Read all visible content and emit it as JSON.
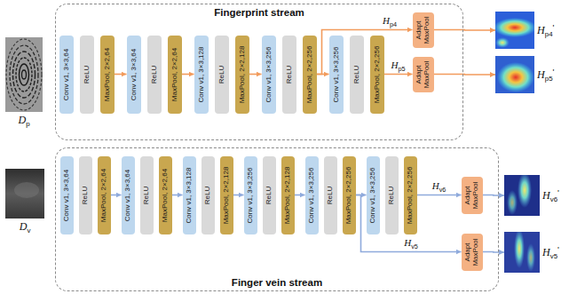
{
  "diagram": {
    "nodes": [
      {
        "text": [
          "Dp"
        ]
      },
      {
        "text": [
          "Fingerprint stream"
        ]
      },
      {
        "text": [
          "Conv v1, 3×3,64"
        ],
        "in": 1
      },
      {
        "text": [
          "ReLU"
        ],
        "in": 1
      },
      {
        "text": [
          "MaxPool, 2×2,64"
        ],
        "in": 1
      },
      {
        "text": [
          "Conv v1, 3×3,64"
        ],
        "in": 1
      },
      {
        "text": [
          "ReLU"
        ],
        "in": 1
      },
      {
        "text": [
          "MaxPool, 2×2,64"
        ],
        "in": 1
      },
      {
        "text": [
          "Conv v1, 3×3,128"
        ],
        "in": 1
      },
      {
        "text": [
          "ReLU"
        ],
        "in": 1
      },
      {
        "text": [
          "MaxPool, 2×2,128"
        ],
        "in": 1
      },
      {
        "text": [
          "Conv v1, 3×3,256"
        ],
        "in": 1
      },
      {
        "text": [
          "ReLU"
        ],
        "in": 1
      },
      {
        "text": [
          "MaxPool, 2×2,256"
        ],
        "in": 1
      },
      {
        "text": [
          "Conv v1, 3×3,256"
        ],
        "in": 1
      },
      {
        "text": [
          "ReLU"
        ],
        "in": 1
      },
      {
        "text": [
          "MaxPool, 2×2,256"
        ],
        "in": 1
      },
      {
        "text": [
          "Adapt MaxPool"
        ],
        "in": 1
      },
      {
        "text": [
          "Adapt MaxPool"
        ],
        "in": 1
      },
      {
        "text": [
          "Hp4'"
        ]
      },
      {
        "text": [
          "Hp5'"
        ]
      },
      {
        "text": [
          "Dv"
        ]
      },
      {
        "text": [
          "Finger vein stream"
        ]
      },
      {
        "text": [
          "Conv v1, 3×3,64"
        ],
        "in": 22
      },
      {
        "text": [
          "ReLU"
        ],
        "in": 22
      },
      {
        "text": [
          "MaxPool, 2×2,64"
        ],
        "in": 22
      },
      {
        "text": [
          "Conv v1, 3×3,64"
        ],
        "in": 22
      },
      {
        "text": [
          "ReLU"
        ],
        "in": 22
      },
      {
        "text": [
          "MaxPool, 2×2,64"
        ],
        "in": 22
      },
      {
        "text": [
          "Conv v1, 3×3,128"
        ],
        "in": 22
      },
      {
        "text": [
          "ReLU"
        ],
        "in": 22
      },
      {
        "text": [
          "MaxPool, 2×2,128"
        ],
        "in": 22
      },
      {
        "text": [
          "Conv v1, 3×3,256"
        ],
        "in": 22
      },
      {
        "text": [
          "ReLU"
        ],
        "in": 22
      },
      {
        "text": [
          "MaxPool, 2×2,128"
        ],
        "in": 22
      },
      {
        "text": [
          "Conv v1, 3×3,256"
        ],
        "in": 22
      },
      {
        "text": [
          "ReLU"
        ],
        "in": 22
      },
      {
        "text": [
          "MaxPool, 2×2,256"
        ],
        "in": 22
      },
      {
        "text": [
          "Conv v1, 3×3,256"
        ],
        "in": 22
      },
      {
        "text": [
          "ReLU"
        ],
        "in": 22
      },
      {
        "text": [
          "MaxPool, 2×2,256"
        ],
        "in": 22
      },
      {
        "text": [
          "Adapt MaxPool"
        ],
        "in": 22
      },
      {
        "text": [
          "Adapt MaxPool"
        ],
        "in": 22
      },
      {
        "text": [
          "Hv6'"
        ]
      },
      {
        "text": [
          "Hv5'"
        ]
      }
    ],
    "edges": [
      {
        "from": 4,
        "to": 5,
        "arrow": "to"
      },
      {
        "from": 7,
        "to": 8,
        "arrow": "to"
      },
      {
        "from": 10,
        "to": 11,
        "arrow": "to"
      },
      {
        "from": 13,
        "to": 14,
        "arrow": "to"
      },
      {
        "from": 13,
        "to": 17,
        "arrow": "to",
        "label": "Hp4"
      },
      {
        "from": 16,
        "to": 18,
        "arrow": "to",
        "label": "Hp5"
      },
      {
        "from": 17,
        "to": 19,
        "arrow": "to"
      },
      {
        "from": 18,
        "to": 20,
        "arrow": "to"
      },
      {
        "from": 25,
        "to": 26,
        "arrow": "to"
      },
      {
        "from": 28,
        "to": 29,
        "arrow": "to"
      },
      {
        "from": 31,
        "to": 32,
        "arrow": "to"
      },
      {
        "from": 34,
        "to": 35,
        "arrow": "to"
      },
      {
        "from": 37,
        "to": 38,
        "arrow": "to"
      },
      {
        "from": 40,
        "to": 41,
        "arrow": "to",
        "label": "Hv6"
      },
      {
        "from": 37,
        "to": 42,
        "arrow": "to",
        "label": "Hv5"
      },
      {
        "from": 41,
        "to": 43,
        "arrow": "to"
      },
      {
        "from": 42,
        "to": 44,
        "arrow": "to"
      }
    ]
  }
}
